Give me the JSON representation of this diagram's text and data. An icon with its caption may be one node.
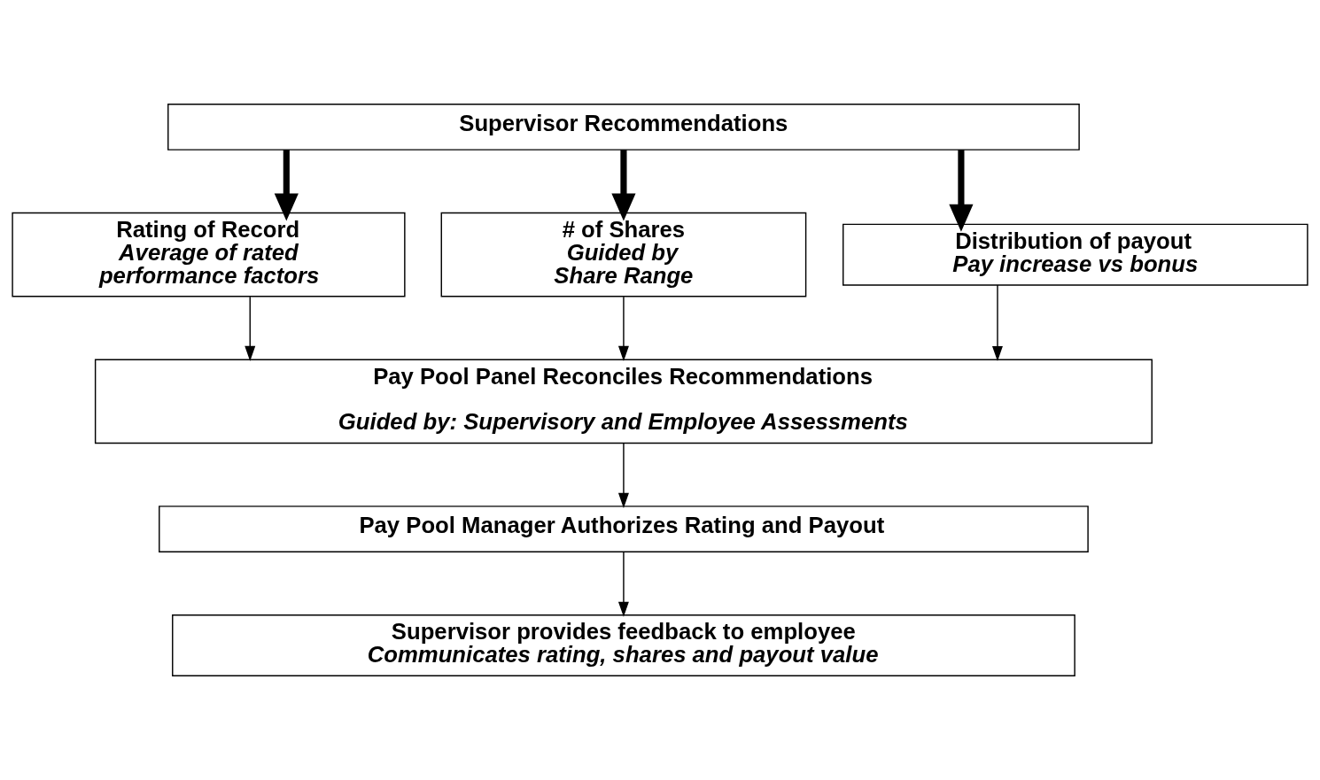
{
  "diagram": {
    "nodes": [
      {
        "text": [
          "Supervisor Recommendations"
        ]
      },
      {
        "text": [
          "Rating of Record",
          "Average of rated performance factors"
        ]
      },
      {
        "text": [
          "# of Shares",
          "Guided by Share Range"
        ]
      },
      {
        "text": [
          "Distribution of payout",
          "Pay increase vs bonus"
        ]
      },
      {
        "text": [
          "Pay Pool Panel Reconciles Recommendations",
          "Guided by: Supervisory and Employee Assessments"
        ]
      },
      {
        "text": [
          "Pay Pool Manager Authorizes Rating and Payout"
        ]
      },
      {
        "text": [
          "Supervisor provides feedback to employee",
          "Communicates rating, shares and payout value"
        ]
      }
    ],
    "edges": [
      {
        "from": 0,
        "to": 1,
        "arrow": "to",
        "style": "thick"
      },
      {
        "from": 0,
        "to": 2,
        "arrow": "to",
        "style": "thick"
      },
      {
        "from": 0,
        "to": 3,
        "arrow": "to",
        "style": "thick"
      },
      {
        "from": 1,
        "to": 4,
        "arrow": "to"
      },
      {
        "from": 2,
        "to": 4,
        "arrow": "to"
      },
      {
        "from": 3,
        "to": 4,
        "arrow": "to"
      },
      {
        "from": 4,
        "to": 5,
        "arrow": "to"
      },
      {
        "from": 5,
        "to": 6,
        "arrow": "to"
      }
    ]
  }
}
